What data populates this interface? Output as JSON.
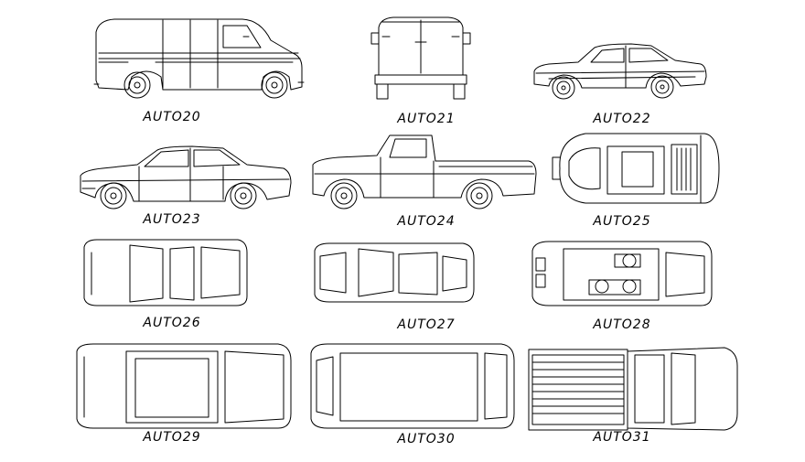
{
  "blocks": [
    {
      "label": "AUTO20"
    },
    {
      "label": "AUTO21"
    },
    {
      "label": "AUTO22"
    },
    {
      "label": "AUTO23"
    },
    {
      "label": "AUTO24"
    },
    {
      "label": "AUTO25"
    },
    {
      "label": "AUTO26"
    },
    {
      "label": "AUTO27"
    },
    {
      "label": "AUTO28"
    },
    {
      "label": "AUTO29"
    },
    {
      "label": "AUTO30"
    },
    {
      "label": "AUTO31"
    }
  ]
}
